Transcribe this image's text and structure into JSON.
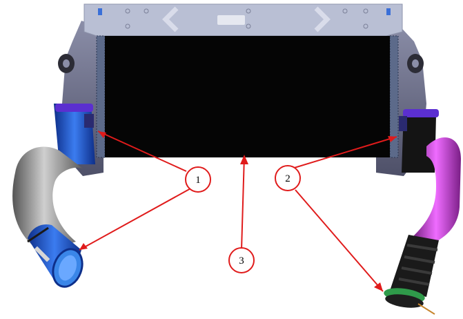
{
  "figure": {
    "subject_icon": "intercooler-assembly",
    "callouts": [
      {
        "id": "1",
        "label": "1"
      },
      {
        "id": "2",
        "label": "2"
      },
      {
        "id": "3",
        "label": "3"
      }
    ],
    "colors": {
      "core": "#050505",
      "frame": "#6d6f8c",
      "top_bracket": "#b9bfd4",
      "left_coupler": "#1f5bd6",
      "left_hose": "#8a8a8a",
      "left_end_coupler": "#3a86e8",
      "right_coupler": "#141414",
      "right_hose": "#c23bd1",
      "right_bellows": "#1a1a1a",
      "right_end_ring": "#2f9a4a",
      "leader_line": "#e01b1b",
      "callout_circle": "#e01b1b"
    }
  }
}
